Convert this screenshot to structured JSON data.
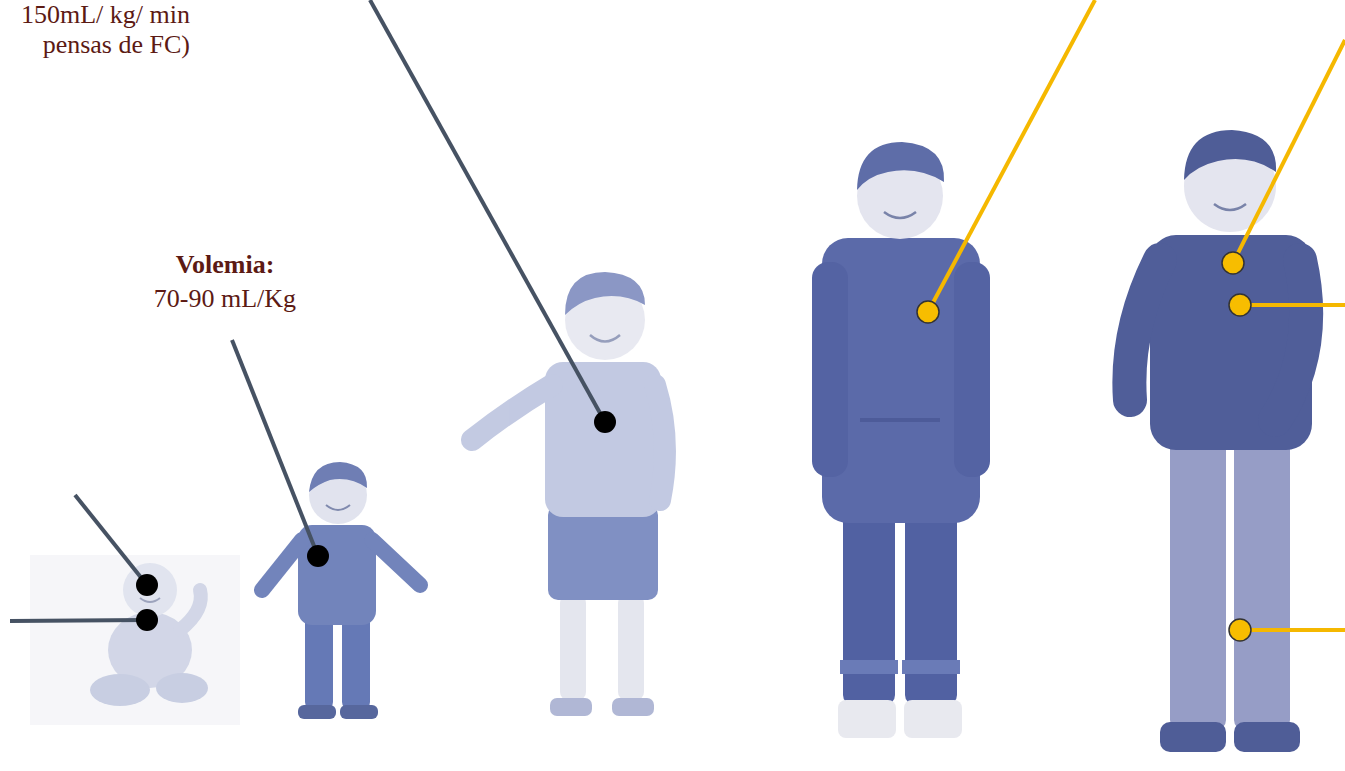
{
  "diagram": {
    "labels": [
      "150mL/ kg/ min",
      "pensas de FC)",
      "Volemia:",
      "70-90 mL/Kg"
    ]
  }
}
